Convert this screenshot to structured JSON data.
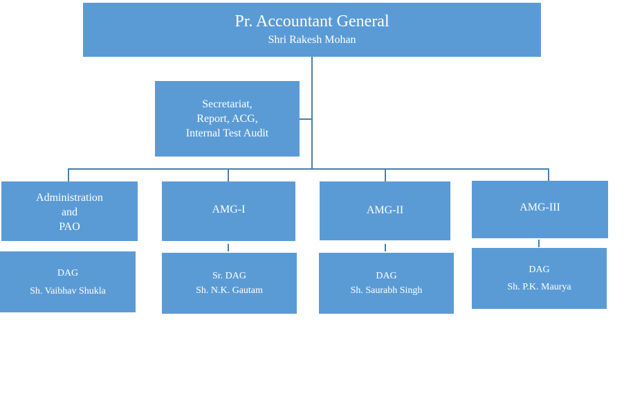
{
  "top": {
    "title": "Pr. Accountant General",
    "name": "Shri Rakesh Mohan"
  },
  "secretariat": {
    "text": "Secretariat,\nReport, ACG,\nInternal Test Audit"
  },
  "groups": [
    {
      "title": "Administration\nand\nPAO",
      "role": "DAG",
      "name": "Sh. Vaibhav Shukla"
    },
    {
      "title": "AMG-I",
      "role": "Sr. DAG",
      "name": "Sh. N.K. Gautam"
    },
    {
      "title": "AMG-II",
      "role": "DAG",
      "name": "Sh. Saurabh Singh"
    },
    {
      "title": "AMG-III",
      "role": "DAG",
      "name": "Sh. P.K. Maurya"
    }
  ],
  "colors": {
    "box": "#5b9bd5",
    "text": "#ffffff",
    "connector": "#4a7fa8"
  }
}
